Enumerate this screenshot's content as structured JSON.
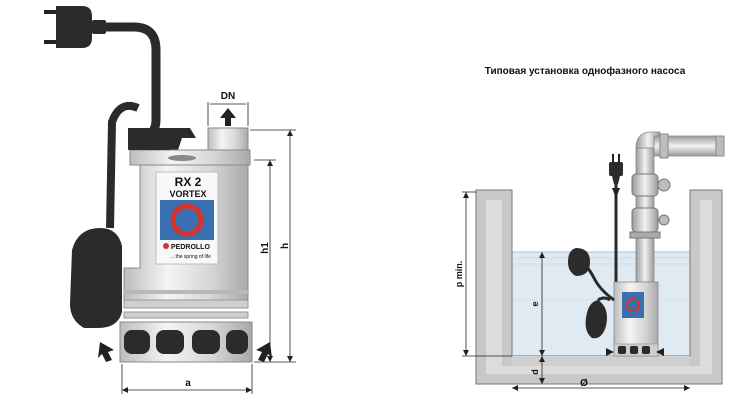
{
  "left_drawing": {
    "labels": {
      "dn": "DN",
      "h1": "h1",
      "h": "h",
      "a": "a"
    },
    "logo": {
      "model_line1": "RX 2",
      "model_line2": "VORTEX",
      "brand": "PEDROLLO",
      "tagline": "... the spring of life"
    }
  },
  "right_drawing": {
    "title": "Типовая установка однофазного насоса",
    "labels": {
      "p_min": "p min.",
      "e": "e",
      "d": "d",
      "diameter": "Ø"
    }
  },
  "colors": {
    "body_dark": "#2b2b2b",
    "steel": "#d9d9d9",
    "water": "#dfeaf3",
    "logo_blue": "#3a6fb0",
    "logo_red": "#d9322b"
  }
}
